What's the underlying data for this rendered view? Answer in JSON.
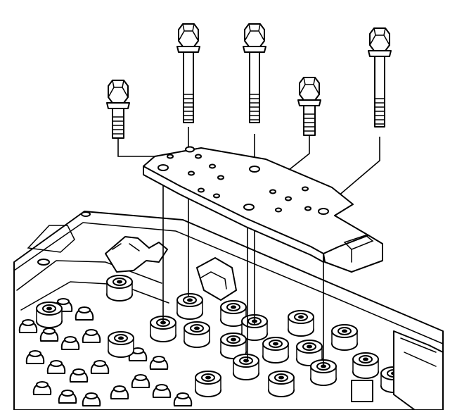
{
  "figure": {
    "kind": "exploded-view line drawing",
    "colors": {
      "ink": "#000000",
      "paper": "#ffffff"
    },
    "parts": {
      "bolts_long": 3,
      "bolts_short": 2,
      "cover_plate": 1
    }
  }
}
